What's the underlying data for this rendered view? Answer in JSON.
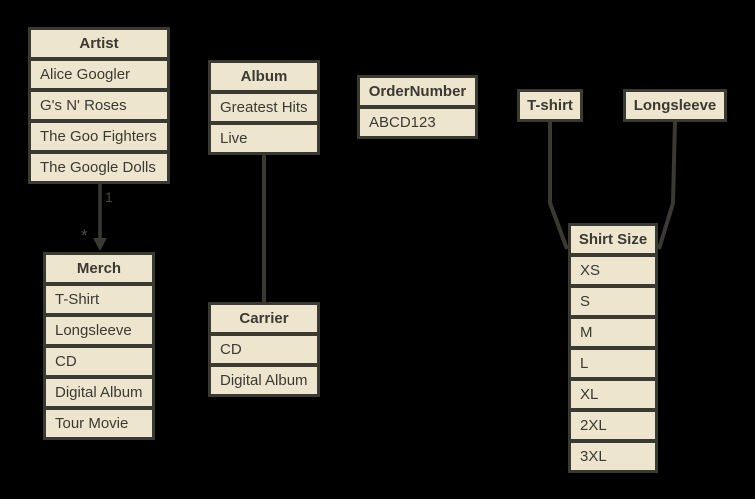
{
  "colors": {
    "background": "#000000",
    "cell_fill": "#EDE5CE",
    "stroke": "#3B3A32",
    "label": "#4B4A42"
  },
  "tables": {
    "artist": {
      "header": "Artist",
      "rows": [
        "Alice Googler",
        "G's N' Roses",
        "The Goo Fighters",
        "The Google Dolls"
      ]
    },
    "merch": {
      "header": "Merch",
      "rows": [
        "T-Shirt",
        "Longsleeve",
        "CD",
        "Digital Album",
        "Tour Movie"
      ]
    },
    "album": {
      "header": "Album",
      "rows": [
        "Greatest Hits",
        "Live"
      ]
    },
    "carrier": {
      "header": "Carrier",
      "rows": [
        "CD",
        "Digital Album"
      ]
    },
    "ordernumber": {
      "header": "OrderNumber",
      "rows": [
        "ABCD123"
      ]
    },
    "tshirt": {
      "header": "T-shirt",
      "rows": []
    },
    "longsleeve": {
      "header": "Longsleeve",
      "rows": []
    },
    "shirtsize": {
      "header": "Shirt Size",
      "rows": [
        "XS",
        "S",
        "M",
        "L",
        "XL",
        "2XL",
        "3XL"
      ]
    }
  },
  "connectors": {
    "artist_merch": {
      "from_label": "1",
      "to_label": "*"
    }
  }
}
